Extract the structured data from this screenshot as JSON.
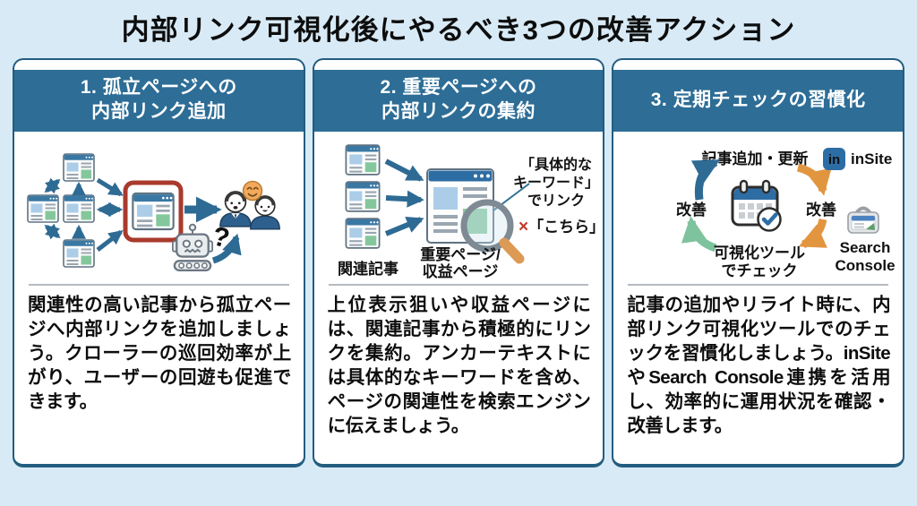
{
  "page": {
    "title": "内部リンク可視化後にやるべき3つの改善アクション"
  },
  "colors": {
    "background": "#d8eaf6",
    "card_border": "#235d80",
    "header_band": "#2d6d96",
    "arrow_blue": "#2e6b94",
    "arrow_orange": "#e2953f",
    "arrow_green": "#7fc29e",
    "highlight_red": "#a93a2c",
    "ng_red": "#c0392b",
    "question_green": "#3d9e63",
    "page_icon_bar": "#3a78a4",
    "page_icon_blue": "#abcde8",
    "page_icon_green": "#85c79c"
  },
  "cards": [
    {
      "header": "1. 孤立ページへの\n内部リンク追加",
      "body": "関連性の高い記事から孤立ページへ内部リンクを追加しましょう。クローラーの巡回効率が上がり、ユーザーの回遊も促進できます。",
      "labels": {
        "question_mark": "?"
      }
    },
    {
      "header": "2. 重要ページへの\n内部リンクの集約",
      "body": "上位表示狙いや収益ページには、関連記事から積極的にリンクを集約。アンカーテキストには具体的なキーワードを含め、ページの関連性を検索エンジンに伝えましょう。",
      "labels": {
        "related_articles": "関連記事",
        "target_line1": "重要ページ/",
        "target_line2": "収益ページ",
        "keyword_line1": "「具体的な",
        "keyword_line2": "キーワード」",
        "keyword_line3": "でリンク",
        "ng_mark": "×",
        "ng_text": "「こちら」"
      }
    },
    {
      "header": "3. 定期チェックの習慣化",
      "body": "記事の追加やリライト時に、内部リンク可視化ツールでのチェックを習慣化しましょう。inSiteやSearch Console連携を活用し、効率的に運用状況を確認・改善します。",
      "labels": {
        "cycle_top": "記事追加・更新",
        "improve_left": "改善",
        "improve_right": "改善",
        "check_line1": "可視化ツール",
        "check_line2": "でチェック",
        "insite_logo": "in",
        "insite_name": "inSite",
        "sc_line1": "Search",
        "sc_line2": "Console"
      }
    }
  ]
}
